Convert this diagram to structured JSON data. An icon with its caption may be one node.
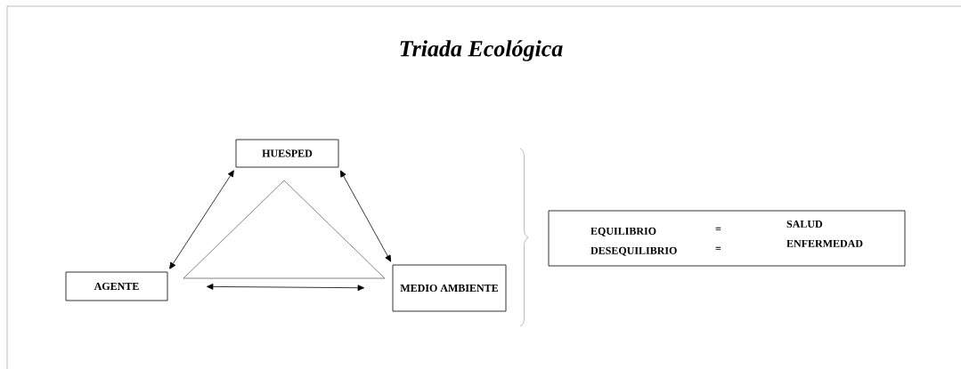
{
  "diagram": {
    "title": "Triada Ecológica",
    "nodes": [
      {
        "text": [
          "HUESPED"
        ]
      },
      {
        "text": [
          "AGENTE"
        ]
      },
      {
        "text": [
          "MEDIO AMBIENTE"
        ]
      },
      {
        "text": [
          "EQUILIBRIO",
          "=",
          "SALUD",
          "DESEQUILIBRIO",
          "=",
          "ENFERMEDAD"
        ]
      }
    ],
    "edges": [
      {
        "from": 1,
        "to": 0,
        "arrow": "both"
      },
      {
        "from": 0,
        "to": 2,
        "arrow": "both"
      },
      {
        "from": 1,
        "to": 2,
        "arrow": "both"
      }
    ]
  }
}
